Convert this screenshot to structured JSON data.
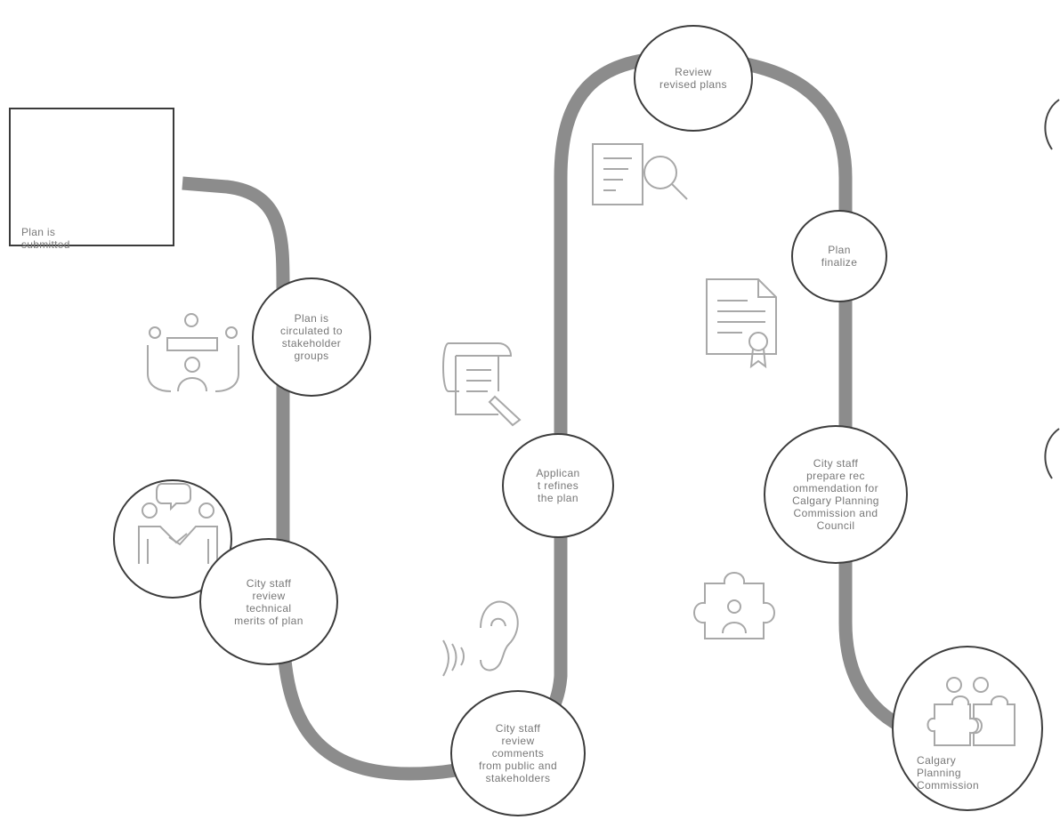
{
  "colors": {
    "path": "#8c8c8c",
    "node_border": "#3d3d3d",
    "icon_stroke": "#a8a8a8",
    "text": "#777777"
  },
  "start": {
    "label": "Plan is\nsubmitted",
    "icon": "presenter-lightbulb-icon"
  },
  "steps": [
    {
      "id": "circulated",
      "label": "Plan is\ncirculated to\nstakeholder\ngroups"
    },
    {
      "id": "city-staff-technical",
      "label": "City staff\nreview\ntechnical\nmerits of plan"
    },
    {
      "id": "city-staff-comments",
      "label": "City staff\nreview\ncomments\nfrom public and\nstakeholders"
    },
    {
      "id": "applicant-refines",
      "label": "Applican\nt refines\nthe plan"
    },
    {
      "id": "review-revised",
      "label": "Review\nrevised plans"
    },
    {
      "id": "plan-finalized",
      "label": "Plan\nfinalize"
    },
    {
      "id": "city-staff-recommendation",
      "label": "City staff\nprepare rec\nommendation for\nCalgary Planning\nCommission and\nCouncil"
    },
    {
      "id": "calgary-planning-commission",
      "label": "Calgary\nPlanning\nCommission"
    }
  ],
  "icons": [
    "stakeholder-meeting-icon",
    "handshake-speech-icon",
    "scroll-pen-icon",
    "listening-ear-icon",
    "document-magnifier-icon",
    "certificate-icon",
    "puzzle-person-icon",
    "puzzle-people-icon"
  ]
}
